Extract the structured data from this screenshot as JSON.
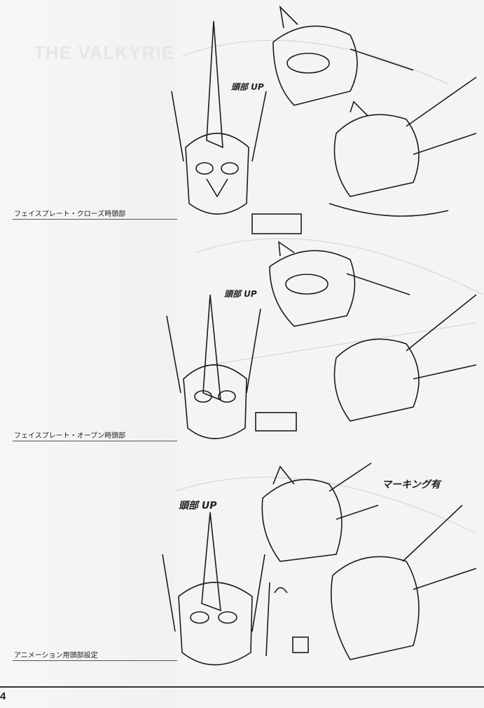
{
  "logo": "THE VALKYRIE",
  "captions": [
    "フェイスプレート・クローズ時頭部",
    "フェイスプレート・オープン時頭部",
    "アニメーション用頭部設定"
  ],
  "notes": {
    "head_up_1": "頭部 UP",
    "head_up_2": "頭部 UP",
    "head_up_3": "頭部 UP",
    "marking": "マーキング有"
  },
  "page_number": "4"
}
